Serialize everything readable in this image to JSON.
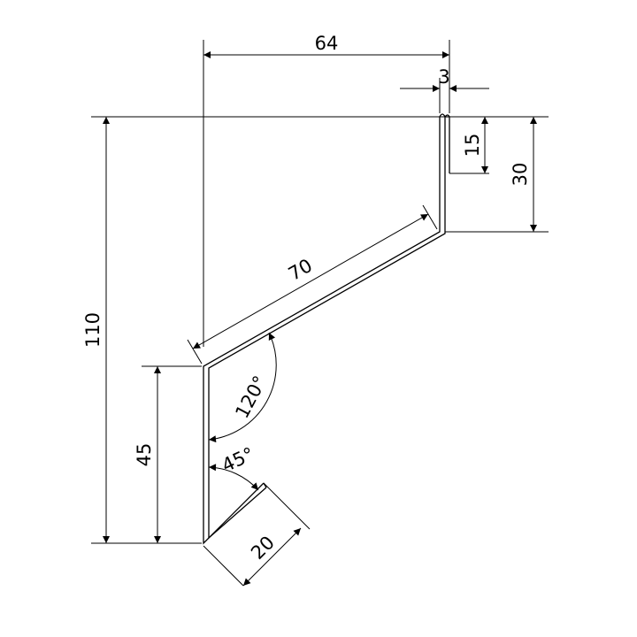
{
  "drawing": {
    "dimensions": {
      "width_top": "64",
      "fold_gap": "3",
      "hem_length": "15",
      "top_drop": "30",
      "slope_length": "70",
      "total_height": "110",
      "front_height": "45",
      "drip_length": "20"
    },
    "angles": {
      "front_angle": "120°",
      "drip_angle": "45°"
    }
  }
}
